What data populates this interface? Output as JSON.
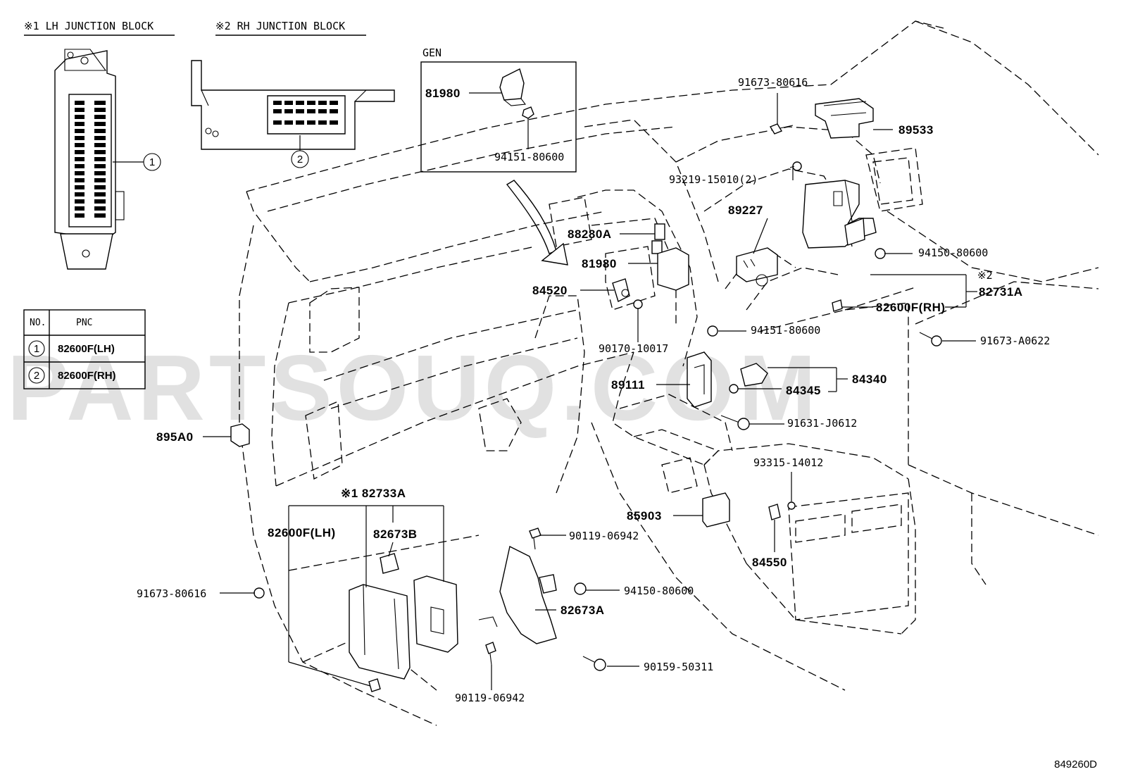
{
  "diagram_code": "849260D",
  "watermark": "PARTSOUQ.COM",
  "inset_lh": {
    "title": "※1 LH JUNCTION BLOCK",
    "callout": "1"
  },
  "inset_rh": {
    "title": "※2 RH JUNCTION BLOCK",
    "callout": "2"
  },
  "gen_box": {
    "title": "GEN",
    "parts": [
      "81980",
      "94151-80600"
    ]
  },
  "pnc_table": {
    "col_no": "NO.",
    "col_pnc": "PNC",
    "rows": [
      {
        "no": "1",
        "pnc": "82600F(LH)"
      },
      {
        "no": "2",
        "pnc": "82600F(RH)"
      }
    ]
  },
  "labels": {
    "p91673_80616_top": "91673-80616",
    "p89533": "89533",
    "p93219": "93219-15010(2)",
    "p89227": "89227",
    "p88280A": "88280A",
    "p81980": "81980",
    "p84520": "84520",
    "p90170": "90170-10017",
    "p94150_top": "94150-80600",
    "p_x2": "※2",
    "p82731A": "82731A",
    "p82600F_RH": "82600F(RH)",
    "p94151_mid": "94151-80600",
    "p91673_A0622": "91673-A0622",
    "p89111": "89111",
    "p84340": "84340",
    "p84345": "84345",
    "p91631": "91631-J0612",
    "p895A0": "895A0",
    "p93315": "93315-14012",
    "p85903": "85903",
    "p84550": "84550",
    "p_x1_82733A": "※1 82733A",
    "p82600F_LH": "82600F(LH)",
    "p82673B": "82673B",
    "p90119_top": "90119-06942",
    "p91673_80616_bot": "91673-80616",
    "p94150_bot": "94150-80600",
    "p82673A": "82673A",
    "p90159": "90159-50311",
    "p90119_bot": "90119-06942"
  }
}
